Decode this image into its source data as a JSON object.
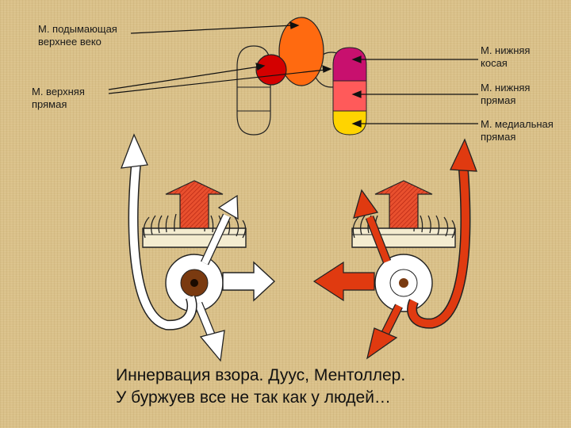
{
  "labels": {
    "levator": [
      "М. подымающая",
      "верхнее веко"
    ],
    "superior_rectus": [
      "М. верхняя",
      "прямая"
    ],
    "inferior_oblique": [
      "М. нижняя",
      "косая"
    ],
    "inferior_rectus": [
      "М. нижняя",
      "прямая"
    ],
    "medial_rectus": [
      "М. медиальная",
      "прямая"
    ]
  },
  "caption": [
    "Иннервация взора. Дуус, Ментоллер.",
    "У буржуев все не так как у людей…"
  ],
  "colors": {
    "background": "#d9c089",
    "levator": "#ff6a10",
    "superior_rectus": "#d40000",
    "inferior_oblique": "#c8106e",
    "inferior_rectus": "#ff5a5a",
    "medial_rectus": "#ffd400",
    "iris": "#7a3a10",
    "up_arrow": "#e04020",
    "red_arrow": "#e03a10"
  }
}
